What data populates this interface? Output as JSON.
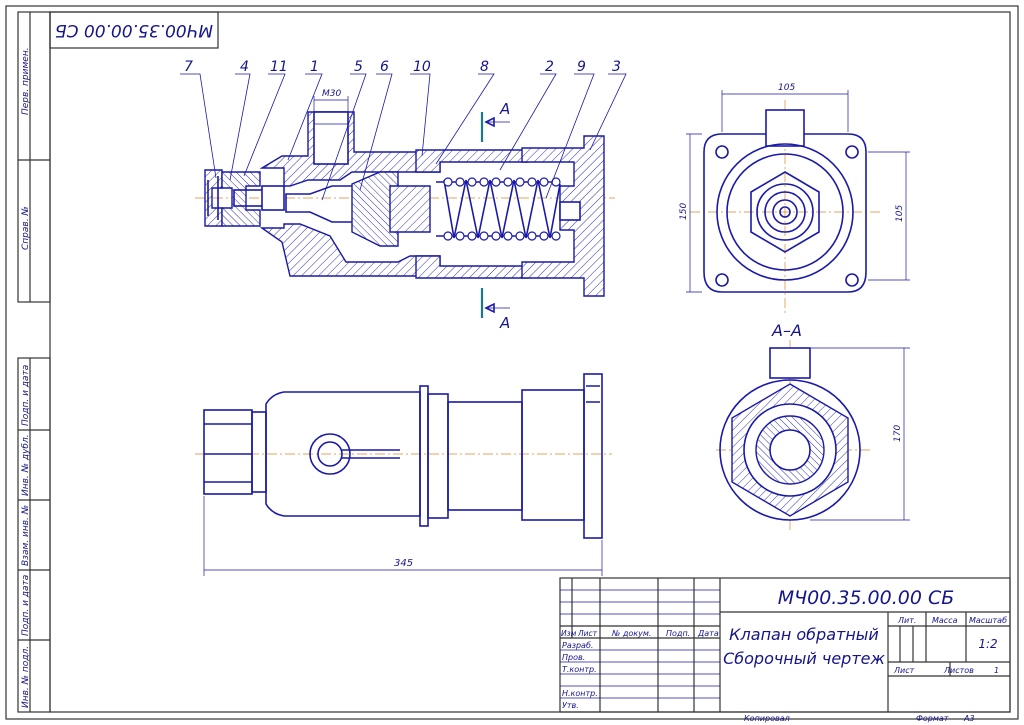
{
  "drawing_code_top": "МЧ00.35.00.00 СБ",
  "side_labels": [
    "Перв. примен.",
    "Справ. №",
    "Подп. и дата",
    "Инв. № дубл.",
    "Взам. инв. №",
    "Подп. и дата",
    "Инв. № подл."
  ],
  "callouts": [
    "7",
    "4",
    "11",
    "1",
    "5",
    "6",
    "10",
    "8",
    "2",
    "9",
    "3"
  ],
  "section": {
    "mark": "A",
    "title": "А–А"
  },
  "dimensions": {
    "thread": "М30",
    "top_width": "105",
    "left_height": "150",
    "right_height": "105",
    "aa_height": "170",
    "length": "345"
  },
  "title_block": {
    "code": "МЧ00.35.00.00 СБ",
    "name_line1": "Клапан обратный",
    "name_line2": "Сборочный чертеж",
    "col_izm": "Изм",
    "col_list": "Лист",
    "col_doc": "№ докум.",
    "col_sign": "Подп.",
    "col_date": "Дата",
    "row_razrab": "Разраб.",
    "row_prov": "Пров.",
    "row_tkontr": "Т.контр.",
    "row_nkontr": "Н.контр.",
    "row_utv": "Утв.",
    "lit": "Лит.",
    "mass": "Масса",
    "scale_label": "Масштаб",
    "scale": "1:2",
    "sheet_label": "Лист",
    "sheets_label": "Листов",
    "sheets": "1",
    "copied": "Копировал",
    "format_label": "Формат",
    "format": "А3"
  },
  "colors": {
    "line": "#1a1aa8",
    "axis": "#d98a2a",
    "frame": "#333333",
    "section": "#1a7a8a"
  }
}
